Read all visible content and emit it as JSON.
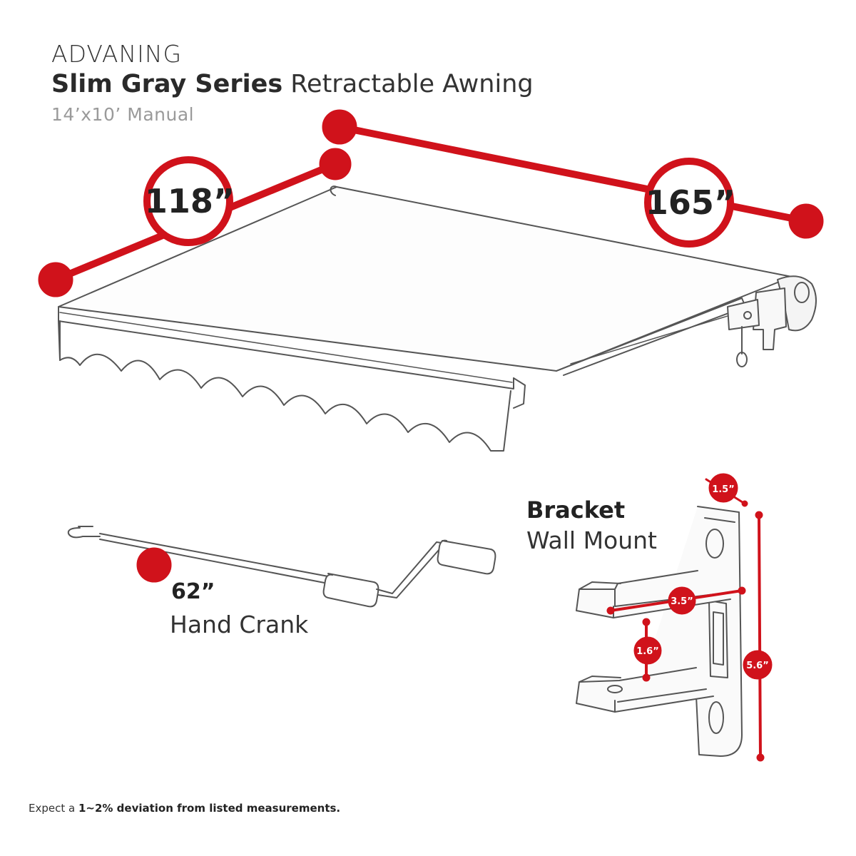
{
  "header": {
    "brand": "ADVANING",
    "series": "Slim Gray Series",
    "product": " Retractable Awning",
    "size_variant": "14’x10’ Manual"
  },
  "awning": {
    "projection": "118”",
    "width": "165”"
  },
  "crank": {
    "length": "62”",
    "label": "Hand Crank"
  },
  "bracket": {
    "title": "Bracket",
    "subtitle": "Wall Mount",
    "depth": "1.5”",
    "width": "3.5”",
    "gap": "1.6”",
    "height": "5.6”"
  },
  "footnote": {
    "prefix": "Expect a ",
    "emphasis": "1~2% deviation from listed measurements."
  },
  "colors": {
    "accent_red": "#d0121b",
    "line_gray": "#555555"
  }
}
